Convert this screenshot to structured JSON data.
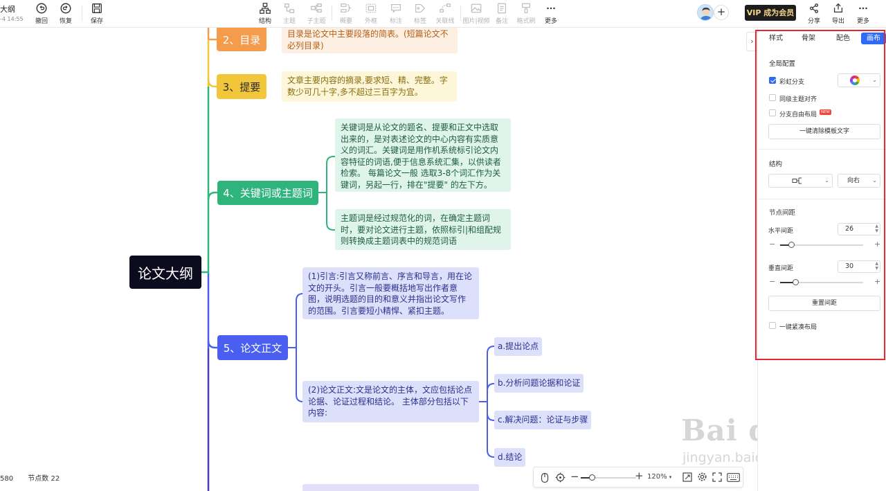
{
  "app": {
    "doc_title": "大纲",
    "doc_time": "-4 14:55"
  },
  "toolbar": {
    "undo": "撤回",
    "redo": "恢复",
    "save": "保存",
    "structure": "结构",
    "topic": "主题",
    "subtopic": "子主题",
    "summary": "概要",
    "frame": "外框",
    "label": "标注",
    "tag": "标签",
    "relation": "关联线",
    "image_video": "图片|视频",
    "note": "备注",
    "format_brush": "格式刷",
    "more": "更多",
    "vip": "VIP 成为会员",
    "share": "分享",
    "export": "导出",
    "more_right": "更多"
  },
  "mindmap": {
    "root": "论文大纲",
    "nodes": [
      {
        "label": "2、目录",
        "note": "目录是论文中主要段落的简表。(短篇论文不必列目录)"
      },
      {
        "label": "3、提要",
        "note": "文章主要内容的摘录,要求短、精、完整。字数少可几十字,多不超过三百字为宜。"
      },
      {
        "label": "4、关键词或主题词",
        "notes": [
          "关键词是从论文的题名、提要和正文中选取出来的，是对表述论文的中心内容有实质意义的词汇。关键词是用作机系统标引论文内容特征的词语,便于信息系统汇集，以供读者检索。 每篇论文一般 选取3-8个词汇作为关键词，另起一行，排在\"提要\" 的左下方。",
          "主题词是经过规范化的词，在确定主题词时，要对论文进行主题，依照标引|和组配规则转换成主题词表中的规范词语"
        ]
      },
      {
        "label": "5、论文正文",
        "notes": [
          "(1)引言:引言又称前言、序言和导言，用在论文的开头。引言一般要概括地写出作者意图，说明选题的目的和意义并指出论文写作的范围。引言要短小精悍、紧扣主题。",
          "(2)论文正文:文是论文的主体，文应包括论点论据、论证过程和结论。 主体部分包括以下内容:"
        ],
        "leaves": [
          "a.提出论点",
          "b.分析问题论据和论证",
          "c.解决问题：论证与步骤",
          "d.结论"
        ]
      }
    ]
  },
  "status": {
    "word_count": "580",
    "node_count": "节点数 22",
    "zoom": "120%"
  },
  "panel": {
    "tabs": [
      "样式",
      "骨架",
      "配色",
      "画布"
    ],
    "active_tab": 3,
    "global_title": "全局配置",
    "rainbow": "彩虹分支",
    "rainbow_checked": true,
    "same_level_align": "同级主题对齐",
    "free_layout": "分支自由布局",
    "new_badge": "NEW",
    "clear_template_text": "一键清除模板文字",
    "structure_title": "结构",
    "direction": "向右",
    "spacing_title": "节点间距",
    "h_spacing_label": "水平间距",
    "h_spacing": "26",
    "h_spacing_fraction": 0.13,
    "v_spacing_label": "垂直间距",
    "v_spacing": "30",
    "v_spacing_fraction": 0.18,
    "reset_spacing": "重置间距",
    "compact_layout": "一键紧凑布局"
  },
  "watermark": {
    "brand": "Bai du 经验",
    "url": "jingyan.baidu.com"
  },
  "colors": {
    "accent": "#2f6bf3",
    "orange": "#f59b4c",
    "yellow": "#f2c63a",
    "green": "#2fb57c",
    "blue": "#4a5ef0",
    "purple": "#4b3fb0",
    "root_bg": "#0c0c1e",
    "highlight_frame": "#e8262d"
  }
}
